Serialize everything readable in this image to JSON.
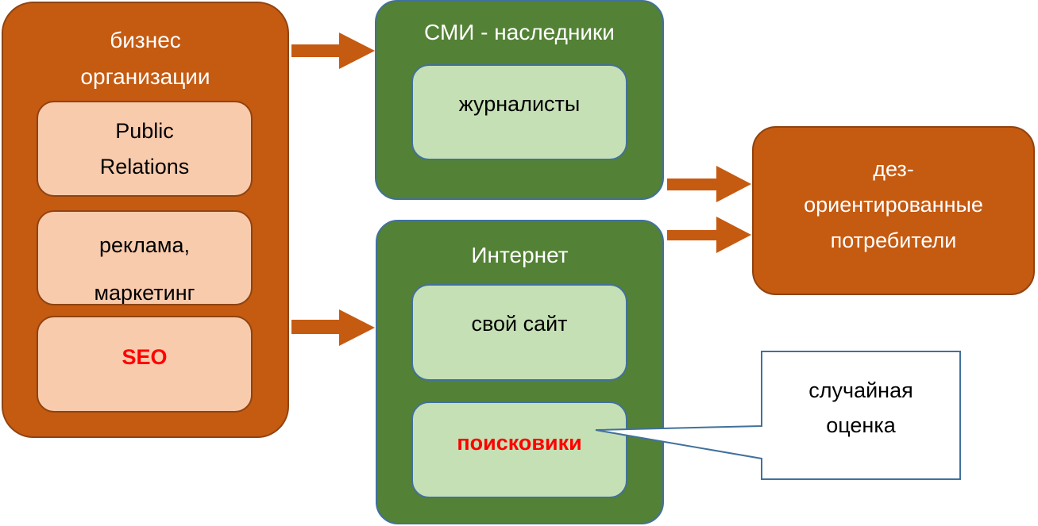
{
  "diagram": {
    "business": {
      "title_line1": "бизнес",
      "title_line2": "организации",
      "items": [
        {
          "line1": "Public",
          "line2": "Relations"
        },
        {
          "line1": "реклама,",
          "line2": "маркетинг"
        },
        {
          "line1": "SEO"
        }
      ]
    },
    "media": {
      "title": "СМИ - наследники",
      "items": [
        {
          "label": "журналисты"
        }
      ]
    },
    "internet": {
      "title": "Интернет",
      "items": [
        {
          "label": "свой сайт"
        },
        {
          "label": "поисковики"
        }
      ]
    },
    "consumers": {
      "line1": "дез-",
      "line2": "ориентированные",
      "line3": "потребители"
    },
    "callout": {
      "line1": "случайная",
      "line2": "оценка"
    },
    "colors": {
      "orange": "#c55a11",
      "peach": "#f8cbad",
      "green": "#538135",
      "light_green": "#c5e0b4",
      "border_blue": "#41719c",
      "highlight_red": "#ff0000"
    }
  }
}
